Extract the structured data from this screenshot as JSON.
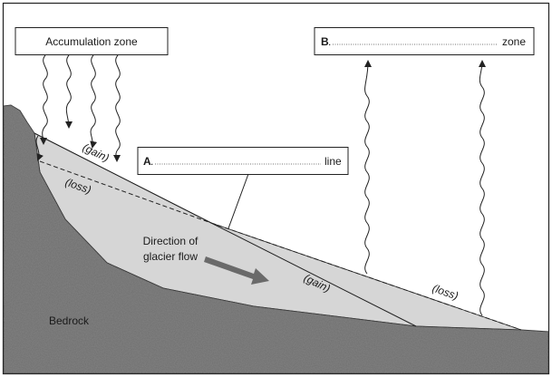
{
  "diagram": {
    "accumulation_label": "Accumulation zone",
    "box_b_letter": "B",
    "box_b_dot": ".",
    "box_b_suffix": "zone",
    "box_a_letter": "A",
    "box_a_dot": ".",
    "box_a_suffix": "line",
    "gain_upper": "(gain)",
    "loss_upper": "(loss)",
    "gain_lower": "(gain)",
    "loss_lower": "(loss)",
    "flow_line1": "Direction of",
    "flow_line2": "glacier flow",
    "bedrock_label": "Bedrock",
    "colors": {
      "ice": "#d6d6d6",
      "bedrock": "#6e6e6e",
      "arrow": "#6a6a6a",
      "line": "#222222"
    }
  }
}
